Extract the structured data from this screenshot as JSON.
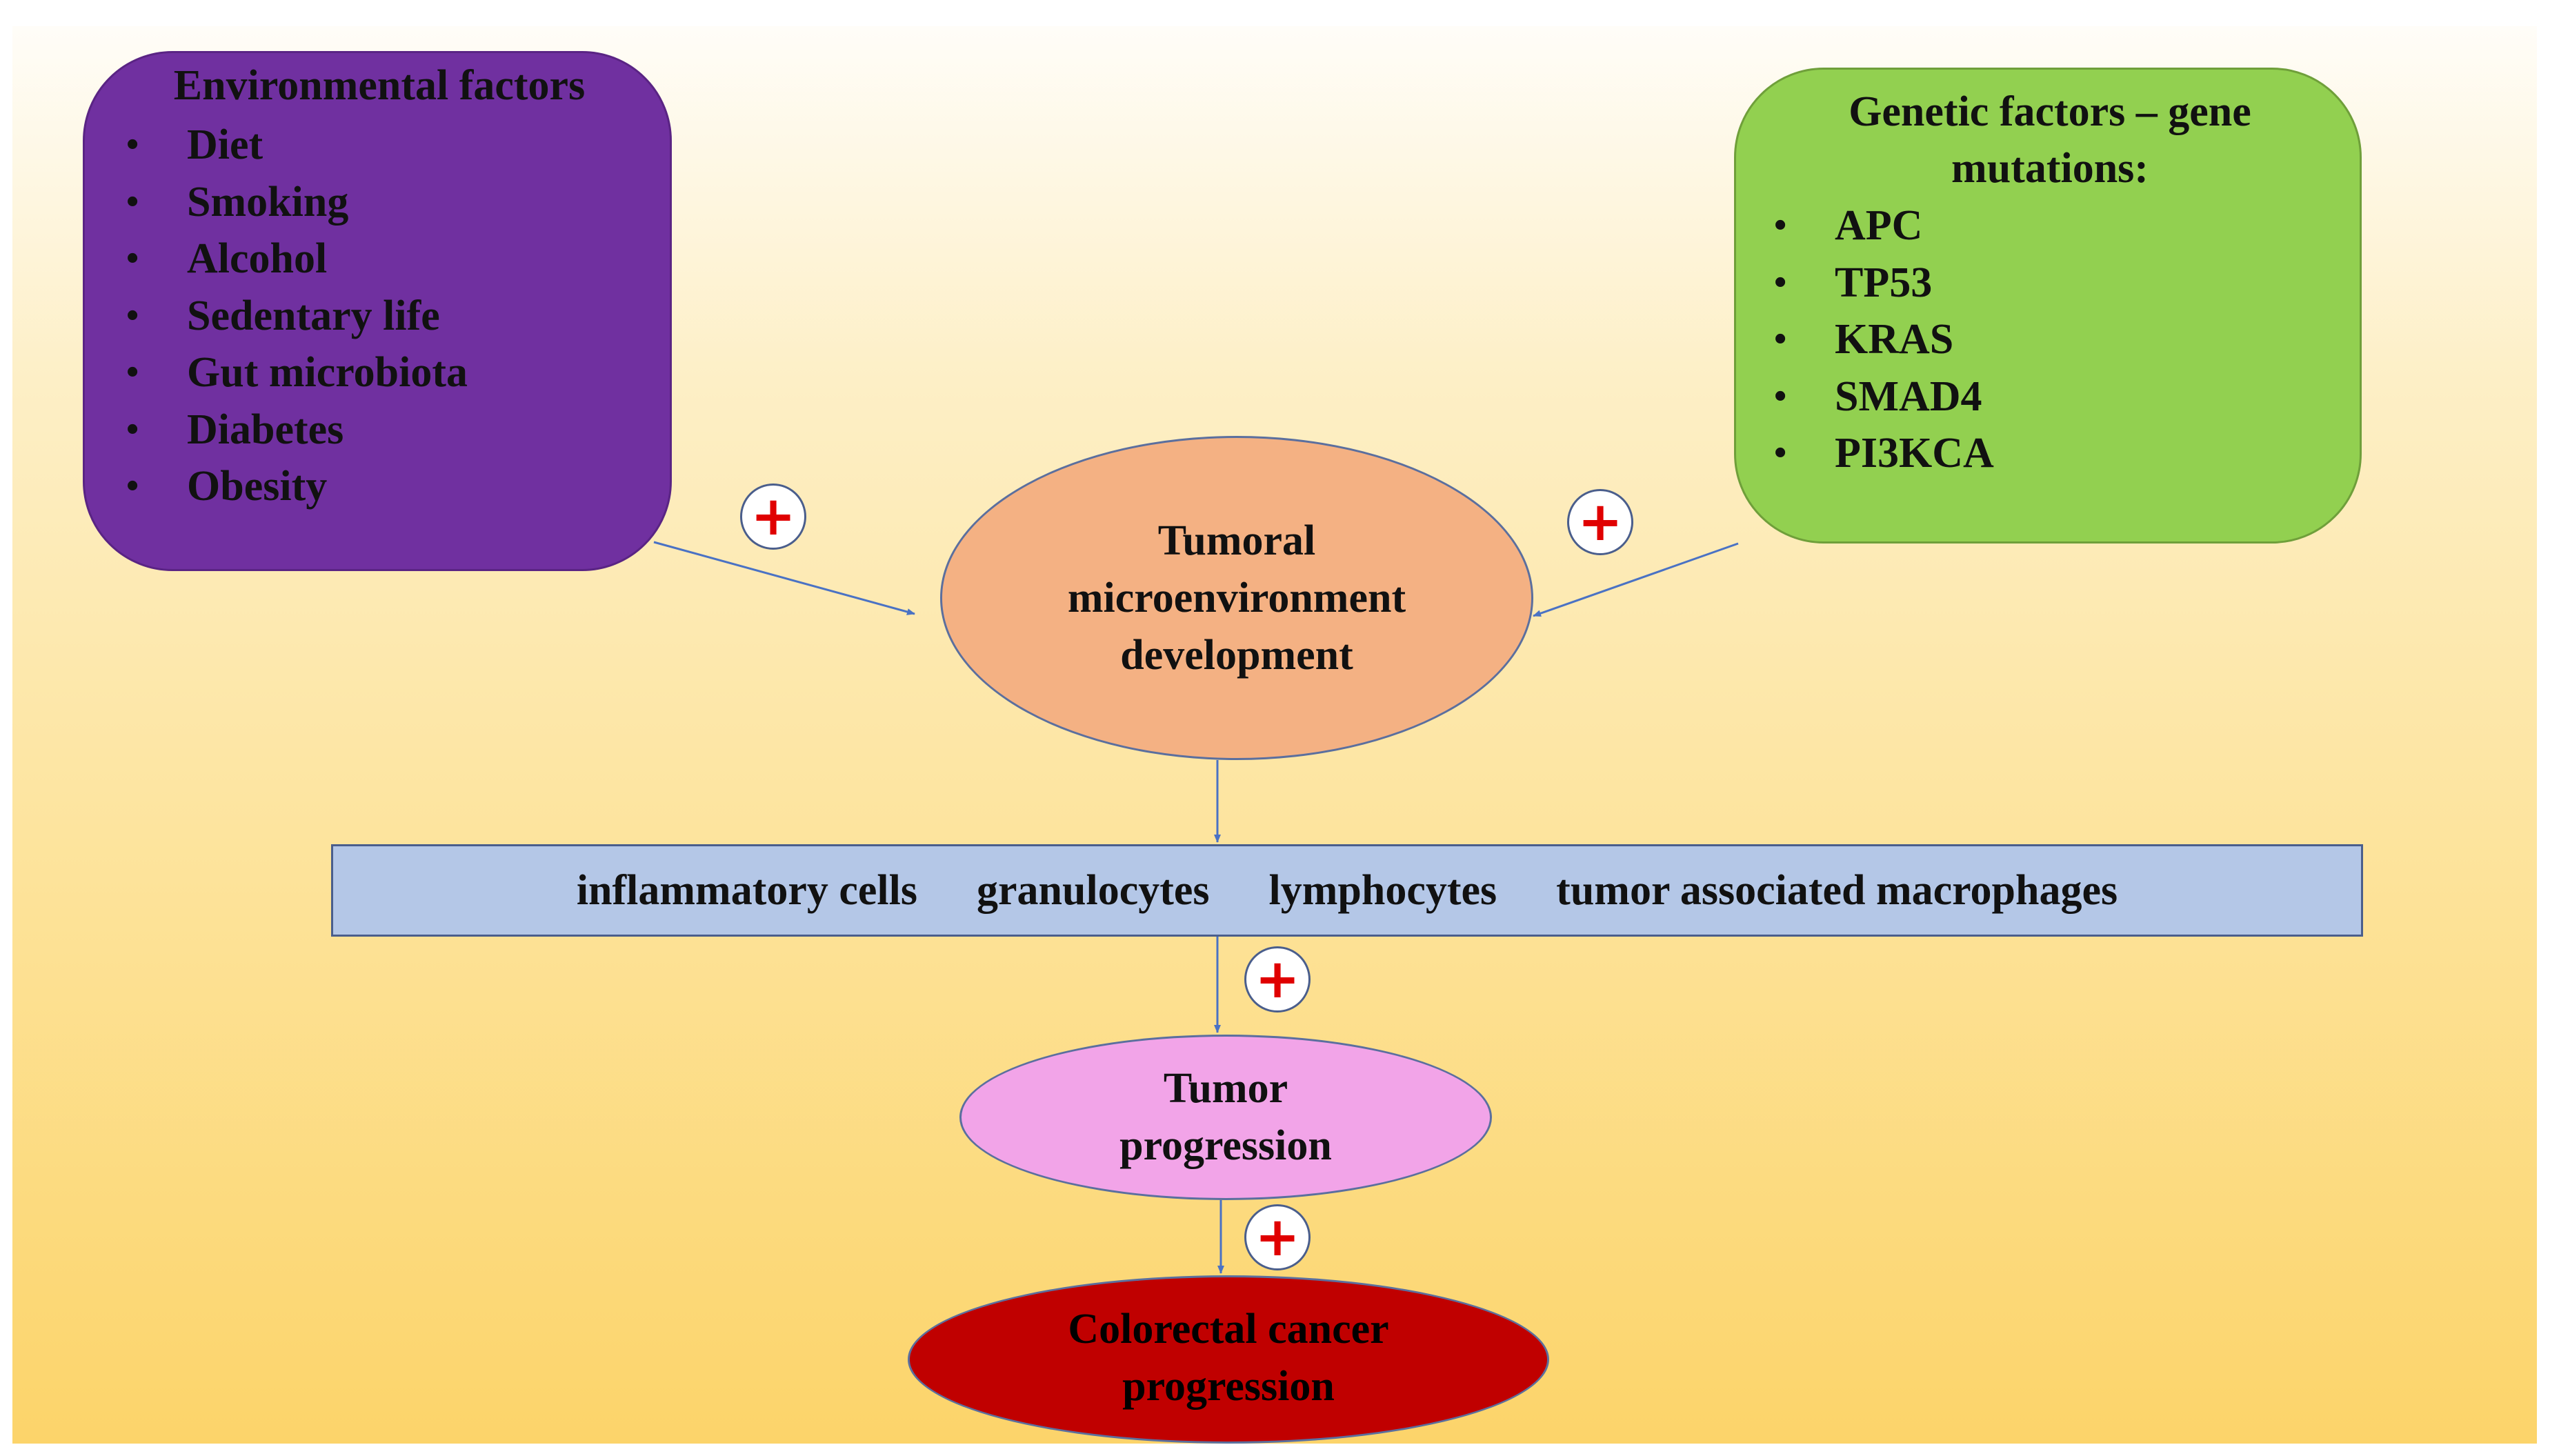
{
  "environmental": {
    "title": "Environmental factors",
    "items": [
      "Diet",
      "Smoking",
      "Alcohol",
      "Sedentary life",
      "Gut microbiota",
      "Diabetes",
      "Obesity"
    ]
  },
  "genetic": {
    "title": "Genetic factors – gene mutations:",
    "items": [
      "APC",
      "TP53",
      "KRAS",
      "SMAD4",
      "PI3KCA"
    ]
  },
  "microenvironment": {
    "label": "Tumoral microenvironment development"
  },
  "cells": {
    "items": [
      "inflammatory cells",
      "granulocytes",
      "lymphocytes",
      "tumor associated macrophages"
    ]
  },
  "tumor_progression": {
    "label": "Tumor progression"
  },
  "colorectal": {
    "label": "Colorectal cancer progression"
  },
  "plus_symbol": "+",
  "colors": {
    "environmental_fill": "#7030a0",
    "genetic_fill": "#92d050",
    "microenvironment_fill": "#f4b183",
    "cells_fill": "#b4c7e7",
    "tumor_progression_fill": "#f2a4e8",
    "colorectal_fill": "#c00000",
    "plus_color": "#e00000",
    "arrow_color": "#4a72c4"
  }
}
